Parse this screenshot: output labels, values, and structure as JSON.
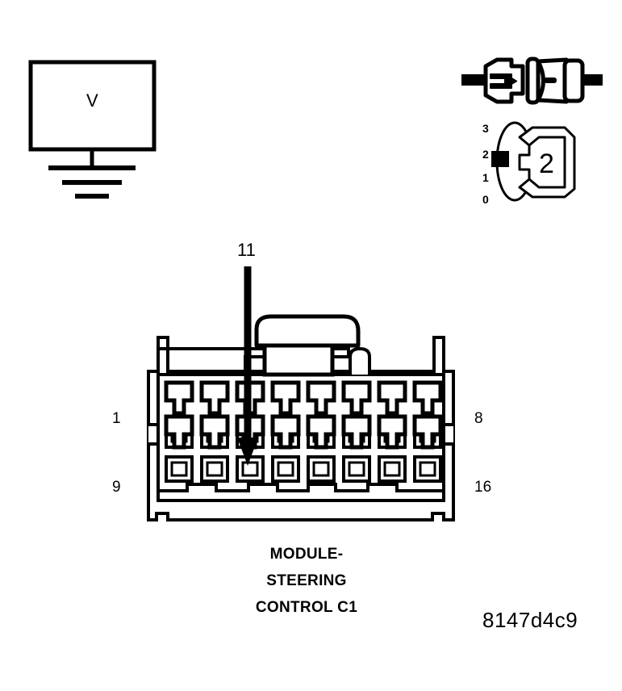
{
  "diagram": {
    "title": "Steering Control Module C1 Connector Test Diagram",
    "code": "8147d4c9",
    "line_color": "#000000",
    "background_color": "#ffffff"
  },
  "voltmeter": {
    "symbol": "V",
    "name": "voltmeter",
    "ground_symbol": "earth-ground"
  },
  "inline_connector": {
    "name": "inline-connector-symbol",
    "male_label": "",
    "female_label": ""
  },
  "rotary_switch": {
    "name": "rotary-selector-switch",
    "selected_position": "2",
    "positions": [
      "3",
      "2",
      "1",
      "0"
    ],
    "face_label": "2"
  },
  "probe_arrow": {
    "target_pin": "11",
    "direction": "down"
  },
  "connector": {
    "name": "MODULE-STEERING CONTROL C1",
    "caption_lines": [
      "MODULE-",
      "STEERING",
      "CONTROL C1"
    ],
    "rows": 2,
    "columns": 8,
    "total_cavities": 16,
    "corner_labels": {
      "top_left": "1",
      "top_right": "8",
      "bottom_left": "9",
      "bottom_right": "16"
    }
  }
}
